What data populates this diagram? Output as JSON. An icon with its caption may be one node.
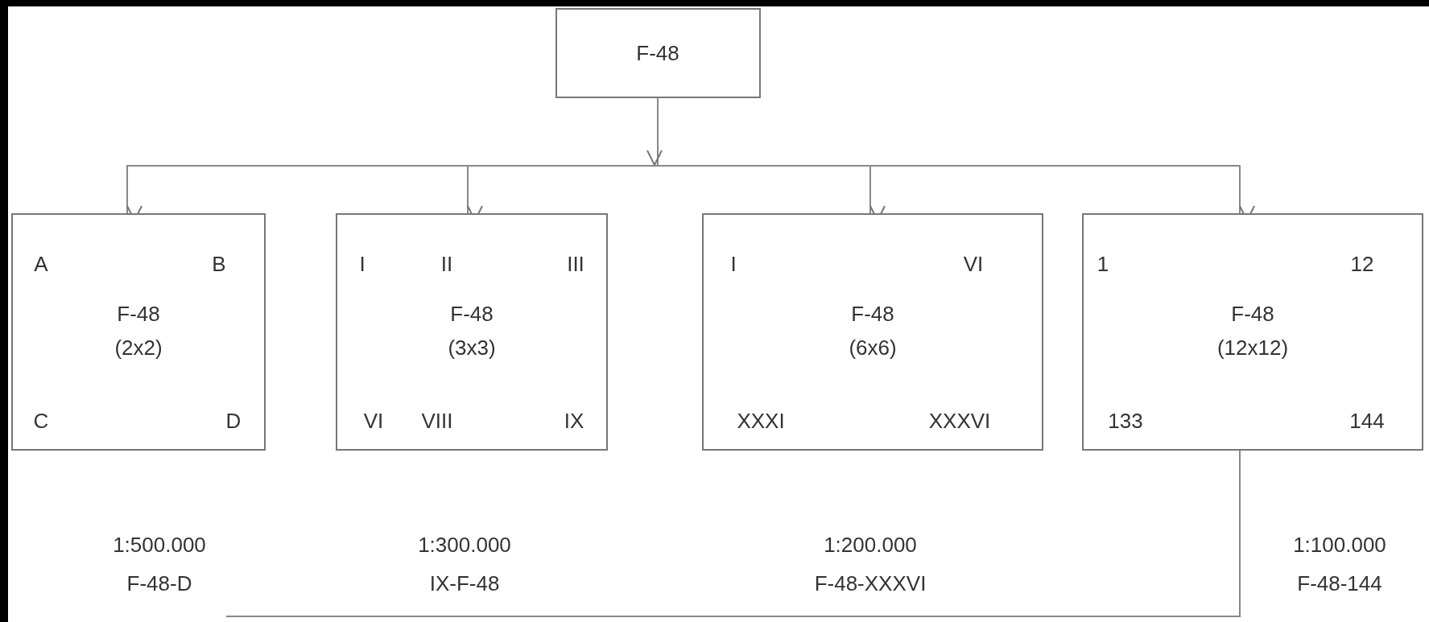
{
  "diagram": {
    "nodes": [
      {
        "text": [
          "F-48"
        ]
      },
      {
        "text": [
          "A",
          "B",
          "F-48",
          "(2x2)",
          "C",
          "D"
        ],
        "beside": [
          "1:500.000",
          "F-48-D"
        ]
      },
      {
        "text": [
          "I",
          "II",
          "III",
          "F-48",
          "(3x3)",
          "VI",
          "VIII",
          "IX"
        ],
        "beside": [
          "1:300.000",
          "IX-F-48"
        ]
      },
      {
        "text": [
          "I",
          "VI",
          "F-48",
          "(6x6)",
          "XXXI",
          "XXXVI"
        ],
        "beside": [
          "1:200.000",
          "F-48-XXXVI"
        ]
      },
      {
        "text": [
          "1",
          "12",
          "F-48",
          "(12x12)",
          "133",
          "144"
        ],
        "beside": [
          "1:100.000",
          "F-48-144"
        ]
      }
    ],
    "edges": [
      {
        "from": 0,
        "to": 1,
        "arrow": "to"
      },
      {
        "from": 0,
        "to": 2,
        "arrow": "to"
      },
      {
        "from": 0,
        "to": 3,
        "arrow": "to"
      },
      {
        "from": 0,
        "to": 4,
        "arrow": "to"
      },
      {
        "from": 4,
        "to": null,
        "arrow": "none"
      }
    ]
  }
}
